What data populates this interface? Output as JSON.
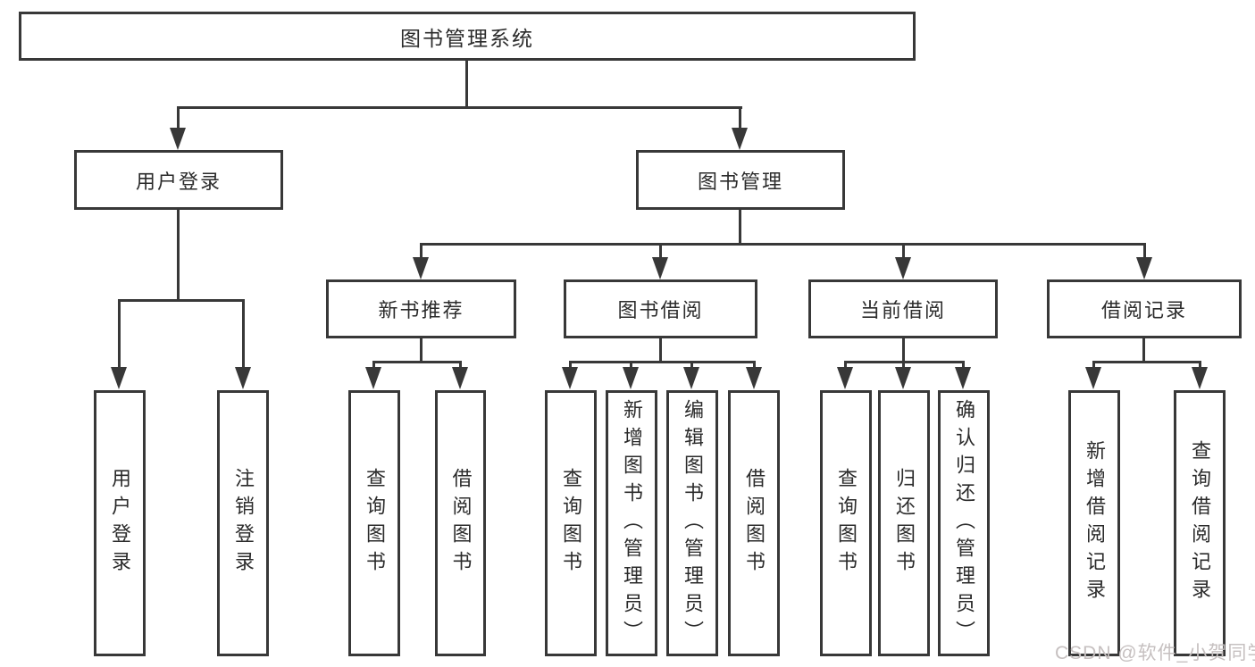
{
  "diagram": {
    "title": "图书管理系统",
    "root": "图书管理系统",
    "branches": {
      "user_login": "用户登录",
      "book_mgmt": "图书管理"
    },
    "modules": {
      "new_books": "新书推荐",
      "book_borrow": "图书借阅",
      "current_borrow": "当前借阅",
      "borrow_records": "借阅记录"
    },
    "leaves": {
      "user_login": [
        "用户登录",
        "注销登录"
      ],
      "new_books": [
        "查询图书",
        "借阅图书"
      ],
      "book_borrow": [
        "查询图书",
        "新增图书（管理员）",
        "编辑图书（管理员）",
        "借阅图书"
      ],
      "current_borrow": [
        "查询图书",
        "归还图书",
        "确认归还（管理员）"
      ],
      "borrow_records": [
        "新增借阅记录",
        "查询借阅记录"
      ]
    }
  },
  "watermark": "CSDN @软件_小贺同学",
  "colors": {
    "line": "#383838",
    "text": "#2b2b2b",
    "background": "#ffffff",
    "watermark": "#c6c0c0"
  }
}
